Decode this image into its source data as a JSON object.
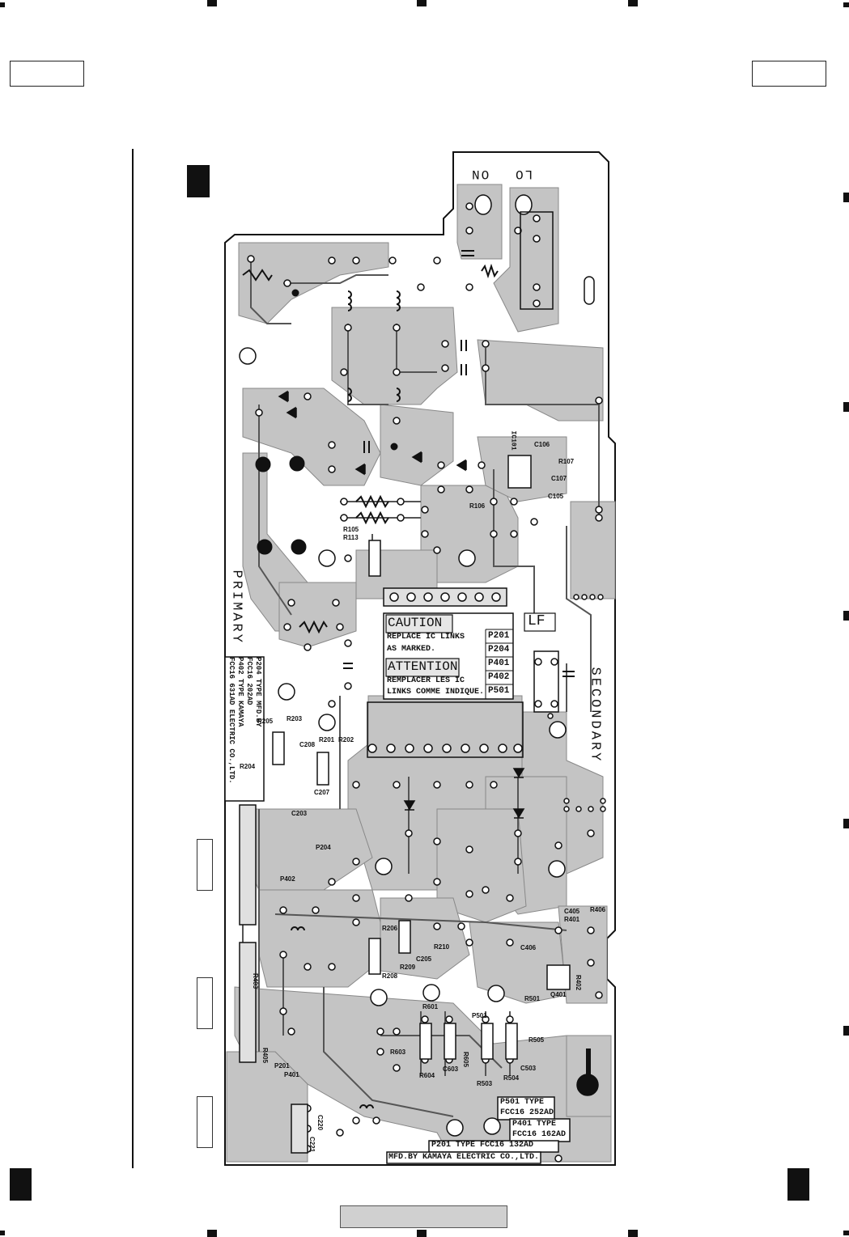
{
  "board": {
    "labels": {
      "primary": "PRIMARY",
      "secondary": "SECONDARY",
      "on": "ON",
      "lo": "LO",
      "lf": "LF",
      "ic": "IC101"
    },
    "caution": {
      "title": "CAUTION",
      "line1": "REPLACE IC LINKS",
      "line2": "AS MARKED.",
      "title_fr": "ATTENTION",
      "line3": "REMPLACER LES IC",
      "line4": "LINKS COMME INDIQUE.",
      "parts": [
        "P201",
        "P204",
        "P401",
        "P402",
        "P501"
      ]
    },
    "left_note": {
      "line1": "P204 TYPE",
      "line2": "FCC16 202AD",
      "line3": "P402 TYPE",
      "line4": "FCC16 631AD",
      "line5": "MFD.BY",
      "line6": "KAMAYA",
      "line7": "ELECTRIC CO.,LTD."
    },
    "bottom_note": {
      "p501": "P501 TYPE",
      "p501_part": "FCC16 252AD",
      "p401": "P401 TYPE",
      "p401_part": "FCC16 162AD",
      "p201": "P201 TYPE FCC16 132AD",
      "mfd": "MFD.BY KAMAYA ELECTRIC CO.,LTD."
    },
    "refs": {
      "c106": "C106",
      "r107": "R107",
      "c107": "C107",
      "c105": "C105",
      "r106": "R106",
      "r105": "R105",
      "r113": "R113",
      "r205": "R205",
      "r203": "R203",
      "c208": "C208",
      "r201": "R201",
      "r202": "R202",
      "r204": "R204",
      "c207": "C207",
      "c203": "C203",
      "p204": "P204",
      "p402": "P402",
      "r206": "R206",
      "r210": "R210",
      "c205": "C205",
      "r209": "R209",
      "r208": "R208",
      "c405": "C405",
      "r401": "R401",
      "r406": "R406",
      "c406": "C406",
      "q401": "Q401",
      "r402": "R402",
      "r501": "R501",
      "r601": "R601",
      "p501": "P501",
      "r505": "R505",
      "r603": "R603",
      "r605": "R605",
      "c603": "C603",
      "r604": "R604",
      "r503": "R503",
      "r504": "R504",
      "c503": "C503",
      "r403": "R403",
      "r405": "R405",
      "p201": "P201",
      "p401": "P401",
      "c220": "C220",
      "c221": "C221"
    }
  }
}
